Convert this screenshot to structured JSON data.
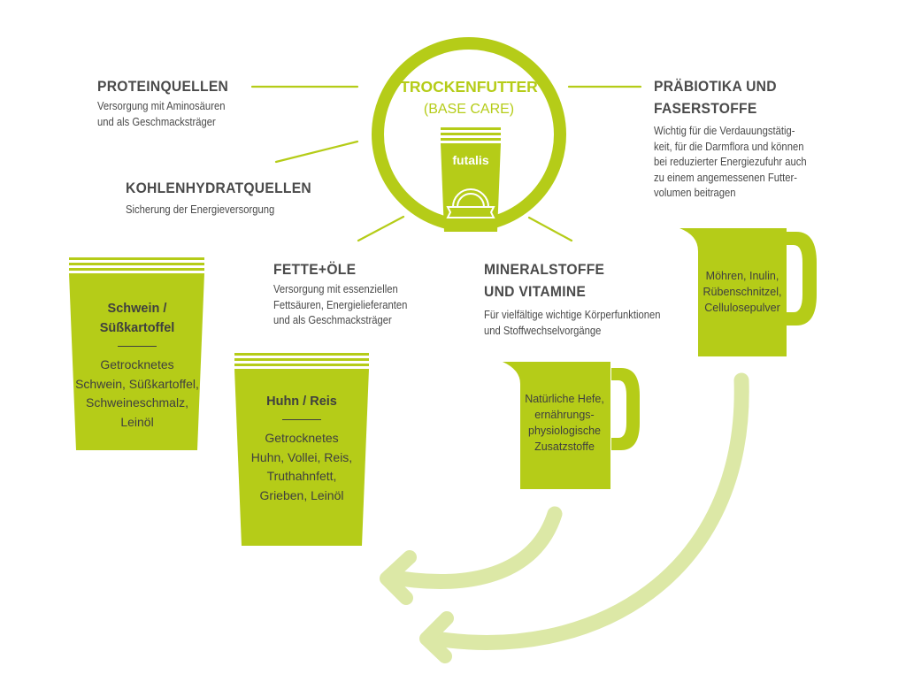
{
  "center": {
    "title": "TROCKENFUTTER",
    "subtitle": "(BASE CARE)",
    "brand_logo": "futalis",
    "ring_color": "#b5cc18"
  },
  "sections": {
    "protein": {
      "title": "PROTEINQUELLEN",
      "text": [
        "Versorgung mit Aminosäuren",
        "und als Geschmacksträger"
      ]
    },
    "carbs": {
      "title": "KOHLENHYDRATQUELLEN",
      "text": [
        "Sicherung der Energieversorgung"
      ]
    },
    "fats": {
      "title": "FETTE+ÖLE",
      "text": [
        "Versorgung mit essenziellen",
        "Fettsäuren, Energielieferanten",
        "und als Geschmacksträger"
      ]
    },
    "minerals": {
      "title": [
        "MINERALSTOFFE",
        "UND VITAMINE"
      ],
      "text": [
        "Für vielfältige wichtige Körperfunktionen",
        "und Stoffwechselvorgänge"
      ]
    },
    "prebiotics": {
      "title": [
        "PRÄBIOTIKA UND",
        "FASERSTOFFE"
      ],
      "text": [
        "Wichtig für die Verdauungstätig-",
        "keit, für die Darmflora und können",
        "bei reduzierter Energiezufuhr auch",
        "zu einem angemessenen Futter-",
        "volumen beitragen"
      ]
    }
  },
  "bags": {
    "pork": {
      "title": [
        "Schwein /",
        "Süßkartoffel"
      ],
      "content": [
        "Getrocknetes",
        "Schwein, Süßkartoffel,",
        "Schweineschmalz,",
        "Leinöl"
      ]
    },
    "chicken": {
      "title": [
        "Huhn / Reis"
      ],
      "content": [
        "Getrocknetes",
        "Huhn, Vollei, Reis,",
        "Truthahnfett,",
        "Grieben, Leinöl"
      ]
    }
  },
  "jugs": {
    "minerals": [
      "Natürliche Hefe,",
      "ernährungs-",
      "physiologische",
      "Zusatzstoffe"
    ],
    "prebiotics": [
      "Möhren, Inulin,",
      "Rübenschnitzel,",
      "Cellulosepulver"
    ]
  },
  "colors": {
    "accent": "#b5cc18",
    "arrow": "#dce8a6",
    "text": "#4a4a4a"
  }
}
